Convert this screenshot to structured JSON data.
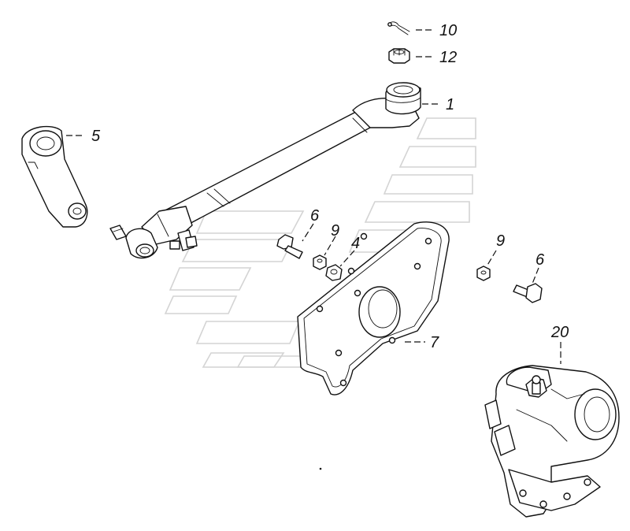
{
  "diagram": {
    "kind": "exploded parts view",
    "parts": [
      {
        "key": "p10",
        "label": "10"
      },
      {
        "key": "p12",
        "label": "12"
      },
      {
        "key": "p1",
        "label": "1"
      },
      {
        "key": "p5",
        "label": "5"
      },
      {
        "key": "p6a",
        "label": "6"
      },
      {
        "key": "p9a",
        "label": "9"
      },
      {
        "key": "p4",
        "label": "4"
      },
      {
        "key": "p9b",
        "label": "9"
      },
      {
        "key": "p6b",
        "label": "6"
      },
      {
        "key": "p7",
        "label": "7"
      },
      {
        "key": "p20",
        "label": "20"
      }
    ]
  }
}
